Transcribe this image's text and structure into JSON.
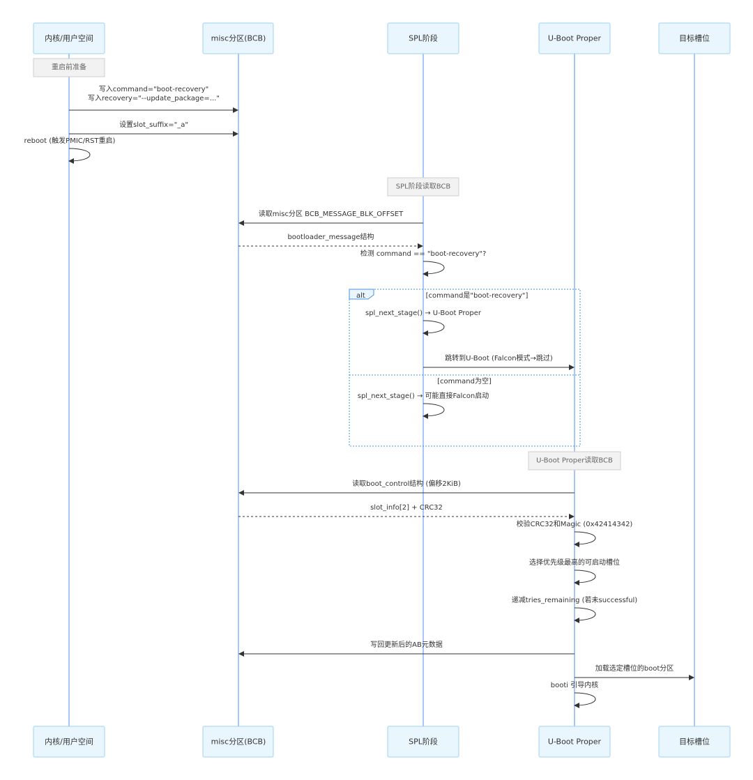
{
  "participants": [
    {
      "id": "kernel",
      "label": "内核/用户空间"
    },
    {
      "id": "misc",
      "label": "misc分区(BCB)"
    },
    {
      "id": "spl",
      "label": "SPL阶段"
    },
    {
      "id": "uboot",
      "label": "U-Boot Proper"
    },
    {
      "id": "slot",
      "label": "目标槽位"
    }
  ],
  "notes": [
    {
      "id": "note-prepare",
      "text": "重启前准备"
    },
    {
      "id": "note-spl-read",
      "text": "SPL阶段读取BCB"
    },
    {
      "id": "note-uboot-read",
      "text": "U-Boot Proper读取BCB"
    }
  ],
  "messages": [
    {
      "from": "kernel",
      "to": "misc",
      "type": "solid",
      "lines": [
        "写入command=\"boot-recovery\"",
        "写入recovery=\"--update_package=...\""
      ]
    },
    {
      "from": "kernel",
      "to": "misc",
      "type": "solid",
      "lines": [
        "设置slot_suffix=\"_a\""
      ]
    },
    {
      "from": "kernel",
      "to": "kernel",
      "type": "self",
      "lines": [
        "reboot (触发PMIC/RST重启)"
      ]
    },
    {
      "from": "spl",
      "to": "misc",
      "type": "solid",
      "lines": [
        "读取misc分区 BCB_MESSAGE_BLK_OFFSET"
      ]
    },
    {
      "from": "misc",
      "to": "spl",
      "type": "dashed",
      "lines": [
        "bootloader_message结构"
      ]
    },
    {
      "from": "spl",
      "to": "spl",
      "type": "self",
      "lines": [
        "检测 command == \"boot-recovery\"?"
      ]
    },
    {
      "from": "spl",
      "to": "spl",
      "type": "self",
      "lines": [
        "spl_next_stage() → U-Boot Proper"
      ]
    },
    {
      "from": "spl",
      "to": "uboot",
      "type": "solid",
      "lines": [
        "跳转到U-Boot (Falcon模式→跳过)"
      ]
    },
    {
      "from": "spl",
      "to": "spl",
      "type": "self",
      "lines": [
        "spl_next_stage() → 可能直接Falcon启动"
      ]
    },
    {
      "from": "uboot",
      "to": "misc",
      "type": "solid",
      "lines": [
        "读取boot_control结构 (偏移2KiB)"
      ]
    },
    {
      "from": "misc",
      "to": "uboot",
      "type": "dashed",
      "lines": [
        "slot_info[2] + CRC32"
      ]
    },
    {
      "from": "uboot",
      "to": "uboot",
      "type": "self",
      "lines": [
        "校验CRC32和Magic (0x42414342)"
      ]
    },
    {
      "from": "uboot",
      "to": "uboot",
      "type": "self",
      "lines": [
        "选择优先级最高的可启动槽位"
      ]
    },
    {
      "from": "uboot",
      "to": "uboot",
      "type": "self",
      "lines": [
        "递减tries_remaining (若未successful)"
      ]
    },
    {
      "from": "uboot",
      "to": "misc",
      "type": "solid",
      "lines": [
        "写回更新后的AB元数据"
      ]
    },
    {
      "from": "uboot",
      "to": "slot",
      "type": "solid",
      "lines": [
        "加载选定槽位的boot分区"
      ]
    },
    {
      "from": "uboot",
      "to": "uboot",
      "type": "self",
      "lines": [
        "booti 引导内核"
      ]
    }
  ],
  "alt_frame": {
    "label": "alt",
    "sections": [
      {
        "condition": "[command是\"boot-recovery\"]"
      },
      {
        "condition": "[command为空]"
      }
    ]
  },
  "colors": {
    "actor_fill": "#eaf6fd",
    "actor_stroke": "#9fd3ef",
    "lifeline": "#8ab4f8",
    "frame": "#4a90e2",
    "note_fill": "#f2f2f2"
  }
}
